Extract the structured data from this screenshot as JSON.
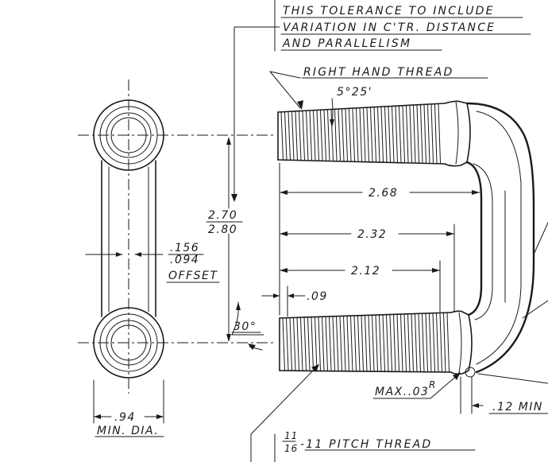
{
  "notes": {
    "tolerance_line1": "THIS TOLERANCE TO INCLUDE",
    "tolerance_line2": "VARIATION IN C'TR. DISTANCE",
    "tolerance_line3": "AND PARALLELISM",
    "right_hand_thread": "RIGHT HAND THREAD",
    "thread_angle": "5°25'",
    "pitch_thread_fraction_num": "11",
    "pitch_thread_fraction_den": "16",
    "pitch_thread": "-11 PITCH THREAD"
  },
  "dimensions": {
    "center_upper": "2.70",
    "center_lower": "2.80",
    "offset_upper": ".156",
    "offset_lower": ".094",
    "offset_label": "OFFSET",
    "length_268": "2.68",
    "length_232": "2.32",
    "length_212": "2.12",
    "chamfer": ".09",
    "angle_30": "30°",
    "min_dia": ".94",
    "min_dia_label": "MIN. DIA.",
    "max_radius": "MAX..03",
    "radius_r": "R",
    "min_12": ".12 MIN"
  }
}
